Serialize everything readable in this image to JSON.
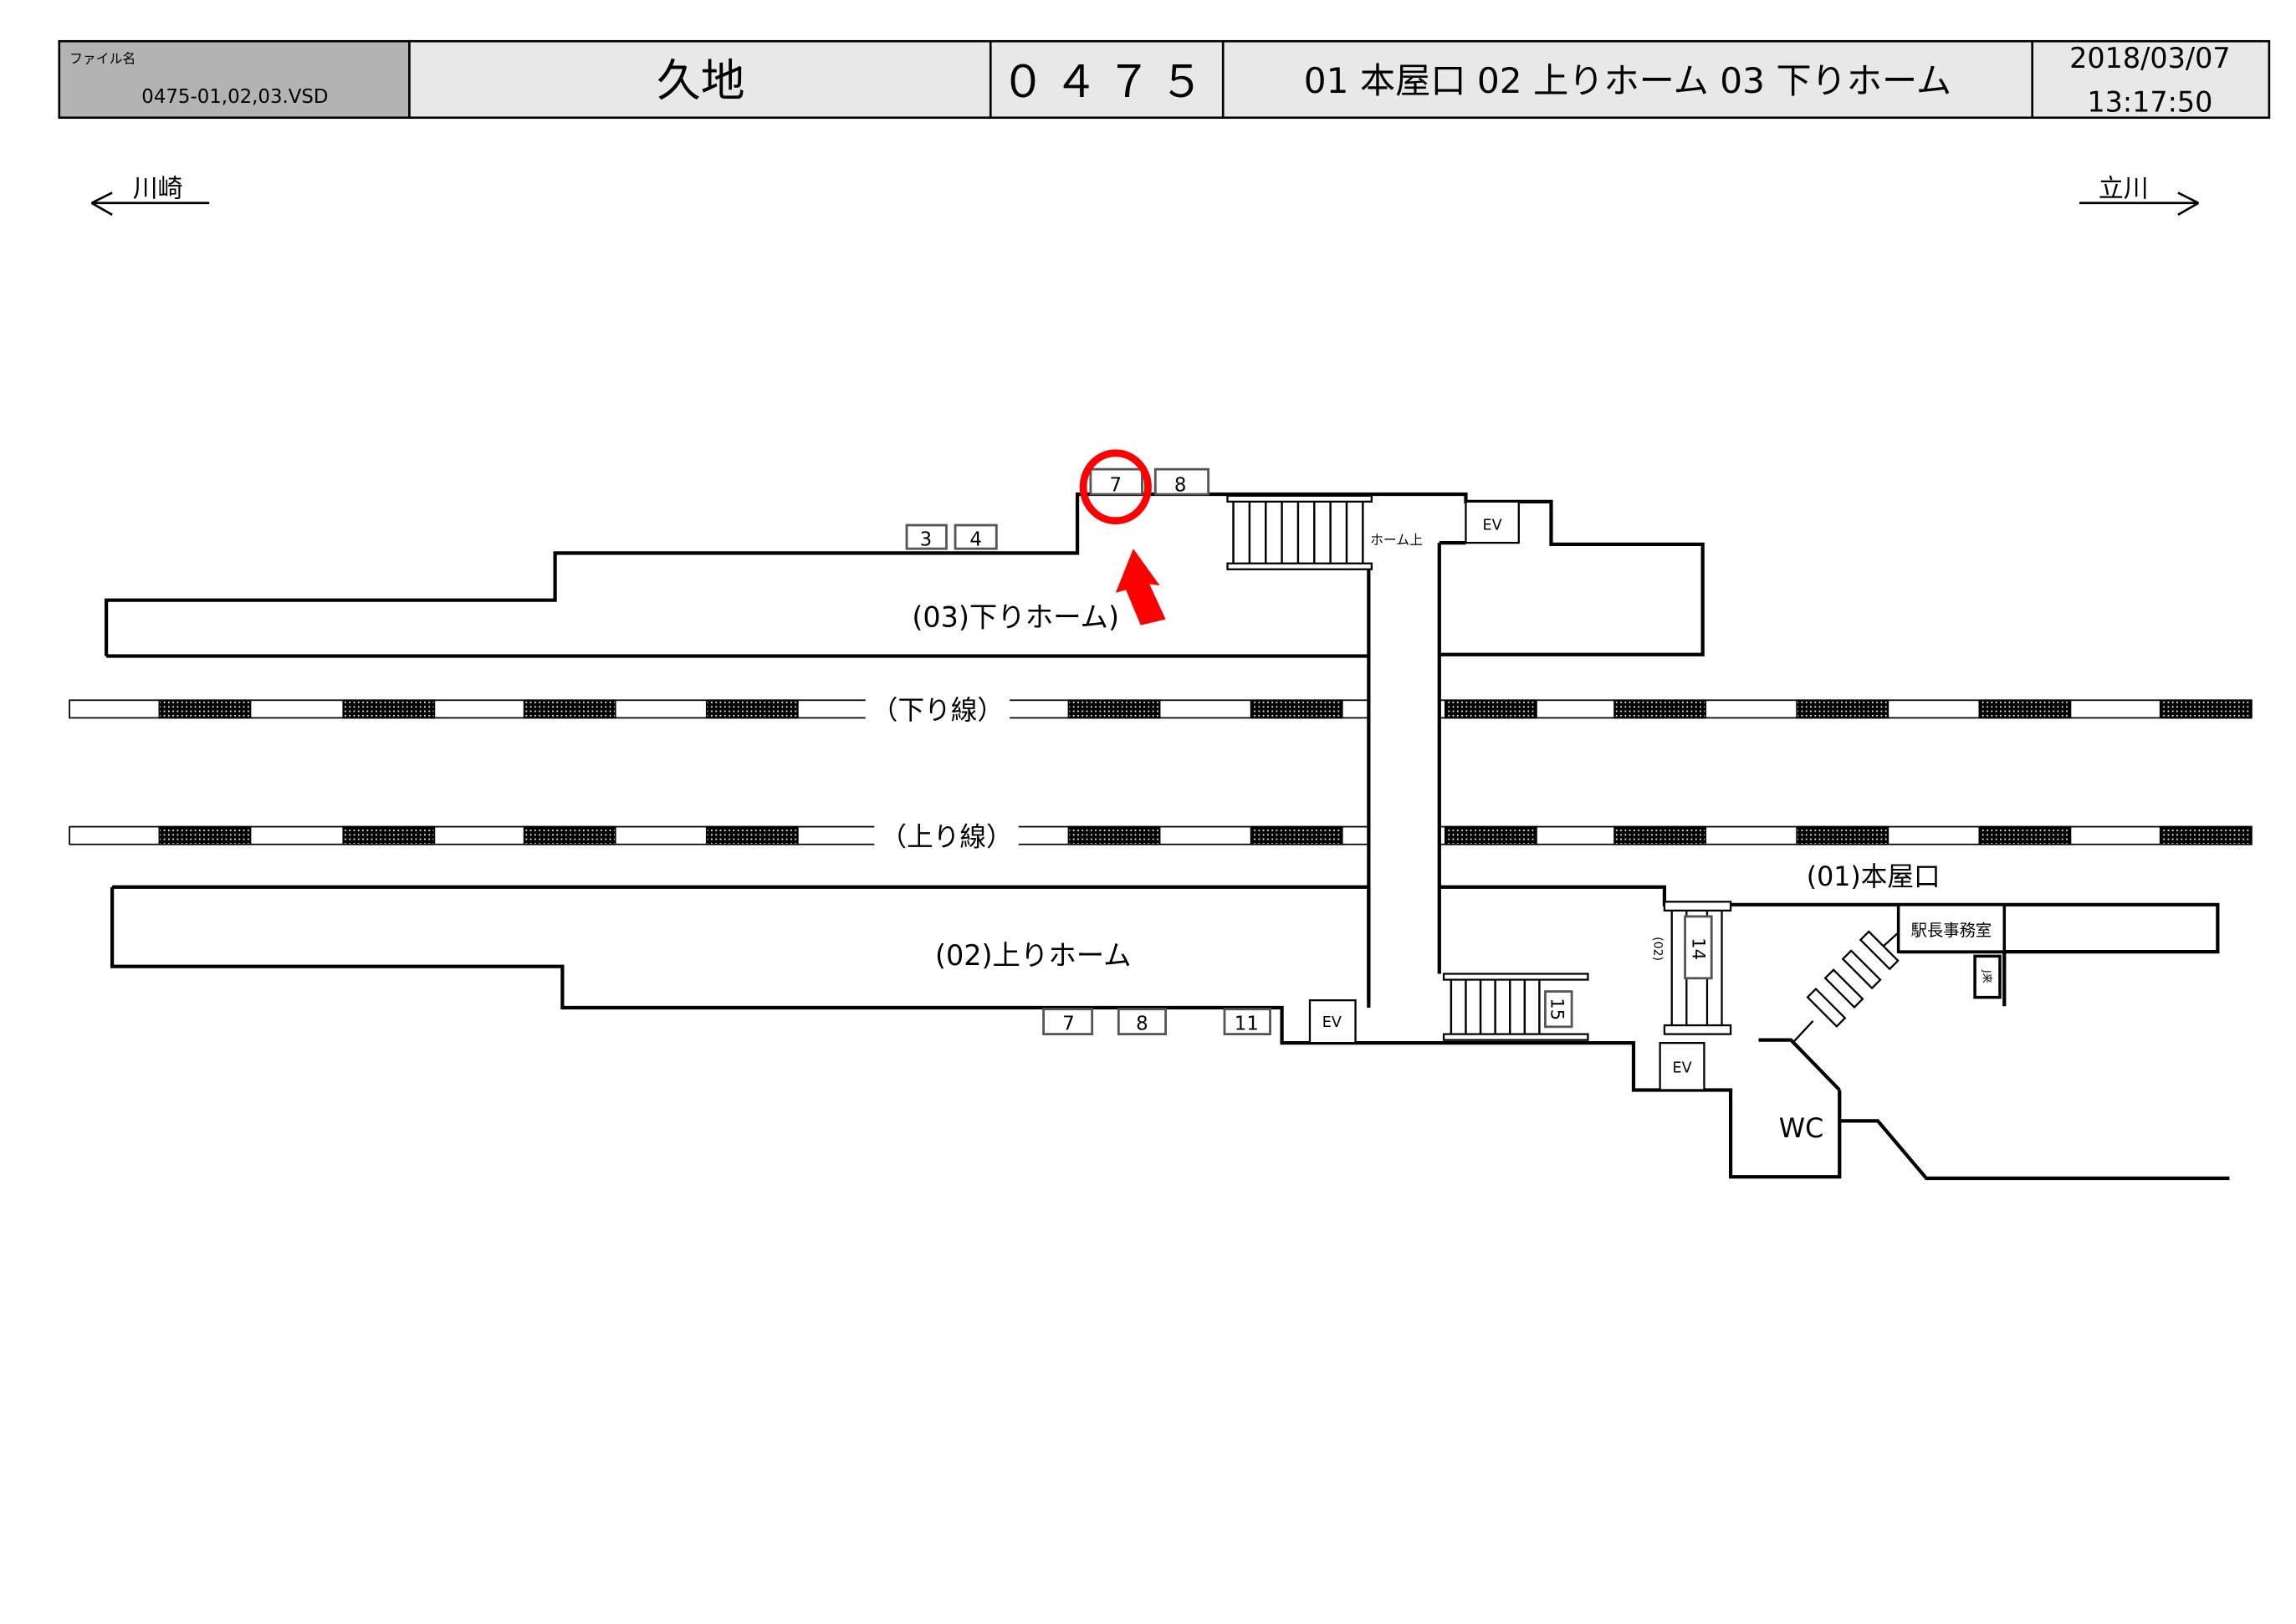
{
  "header": {
    "file_label": "ファイル名",
    "file_name": "0475-01,02,03.VSD",
    "station_name": "久地",
    "station_code": "０４７５",
    "exits": "01 本屋口 02 上りホーム 03 下りホーム",
    "date": "2018/03/07",
    "time": "13:17:50"
  },
  "directions": {
    "left": "川崎",
    "right": "立川"
  },
  "labels": {
    "down_platform": "(03)下りホーム)",
    "up_platform": "(02)上りホーム",
    "main_exit": "(01)本屋口",
    "down_line": "（下り線）",
    "up_line": "（上り線）",
    "platform_top": "ホーム上",
    "ev": "EV",
    "wc": "WC",
    "station_office": "駅長事務室",
    "stair_02": "(02)",
    "j_box": "J来"
  },
  "cars": {
    "down_platform": [
      "3",
      "4",
      "7",
      "8"
    ],
    "up_platform": [
      "7",
      "8",
      "11"
    ],
    "stairs": [
      "14",
      "15"
    ]
  },
  "highlight": {
    "car": "7",
    "color": "#ff0000"
  }
}
